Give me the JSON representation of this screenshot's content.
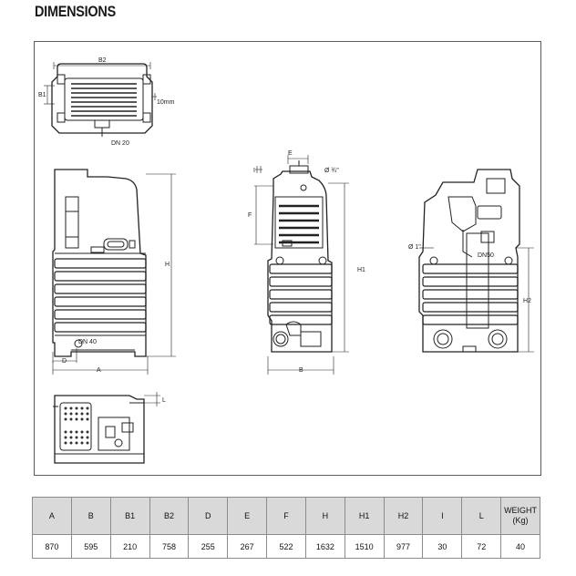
{
  "title": "DIMENSIONS",
  "diagram_labels": {
    "b2": "B2",
    "b1": "B1",
    "ten_mm": "10mm",
    "dn20": "DN 20",
    "h": "H",
    "dn40": "DN 40",
    "d": "D",
    "a": "A",
    "e": "E",
    "i": "I",
    "thread_half": "Ø ¾\"",
    "f": "F",
    "h1": "H1",
    "b": "B",
    "thread_one": "Ø 1\"",
    "dn50": "DN50",
    "h2": "H2",
    "l": "L"
  },
  "table": {
    "headers": [
      "A",
      "B",
      "B1",
      "B2",
      "D",
      "E",
      "F",
      "H",
      "H1",
      "H2",
      "I",
      "L",
      "WEIGHT\n(Kg)"
    ],
    "values": [
      "870",
      "595",
      "210",
      "758",
      "255",
      "267",
      "522",
      "1632",
      "1510",
      "977",
      "30",
      "72",
      "40"
    ]
  }
}
